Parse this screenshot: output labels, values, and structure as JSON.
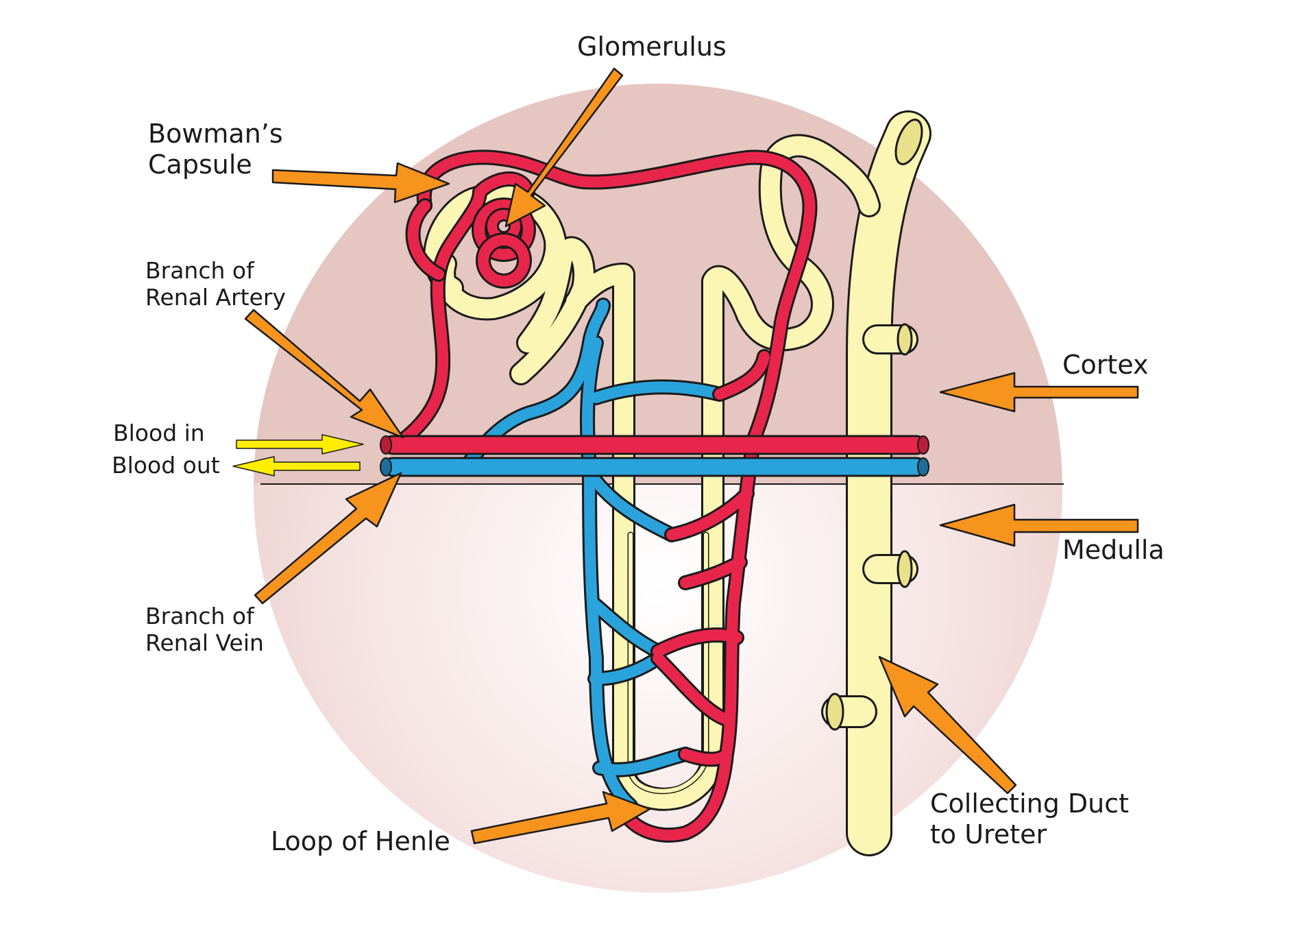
{
  "labels": {
    "glomerulus": "Glomerulus",
    "bowmans_capsule": [
      "Bowman’s",
      "Capsule"
    ],
    "branch_renal_artery": [
      "Branch of",
      "Renal Artery"
    ],
    "blood_in": "Blood in",
    "blood_out": "Blood out",
    "branch_renal_vein": [
      "Branch of",
      "Renal Vein"
    ],
    "loop_of_henle": "Loop of Henle",
    "cortex": "Cortex",
    "medulla": "Medulla",
    "collecting_duct": [
      "Collecting Duct",
      "to Ureter"
    ]
  },
  "colors": {
    "cortex_fill": "#e5c6c1",
    "medulla_fill": "#f6e7e6",
    "artery": "#e8264b",
    "vein": "#2aa3dd",
    "tubule": "#fbf6b4",
    "arrow": "#f7941d",
    "flow_arrow": "#ffee00",
    "outline": "#1a1a1a"
  }
}
